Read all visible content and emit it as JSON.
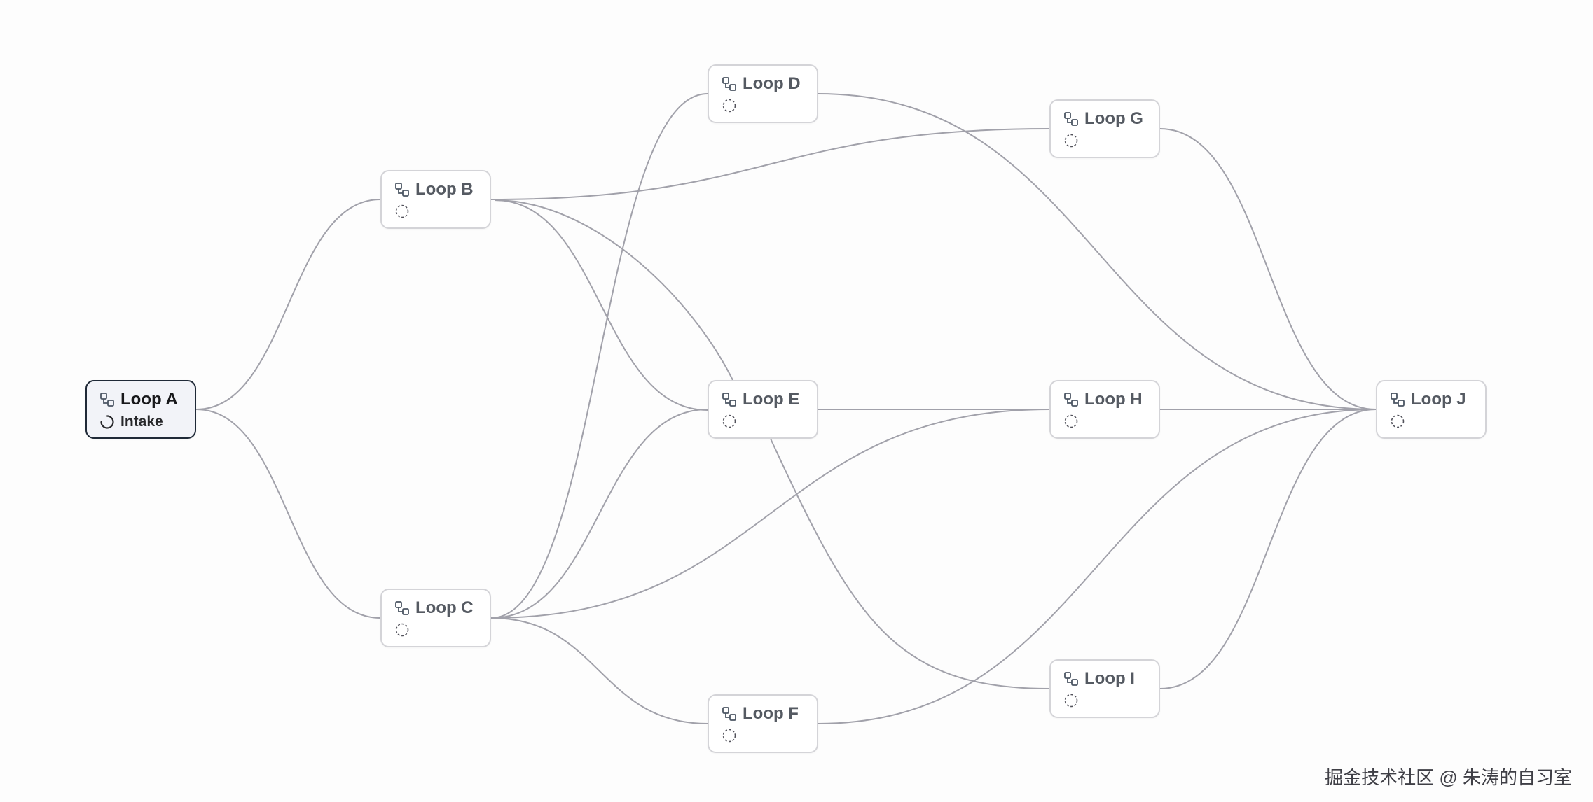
{
  "workflow": {
    "nodes": [
      {
        "id": "A",
        "title": "Loop A",
        "icon": "loop-icon",
        "status_icon": "spinner-icon",
        "status": "Intake",
        "active": true
      },
      {
        "id": "B",
        "title": "Loop B",
        "icon": "loop-icon",
        "status_icon": "pending-dashed-circle-icon",
        "status": "",
        "active": false
      },
      {
        "id": "C",
        "title": "Loop C",
        "icon": "loop-icon",
        "status_icon": "pending-dashed-circle-icon",
        "status": "",
        "active": false
      },
      {
        "id": "D",
        "title": "Loop D",
        "icon": "loop-icon",
        "status_icon": "pending-dashed-circle-icon",
        "status": "",
        "active": false
      },
      {
        "id": "E",
        "title": "Loop E",
        "icon": "loop-icon",
        "status_icon": "pending-dashed-circle-icon",
        "status": "",
        "active": false
      },
      {
        "id": "F",
        "title": "Loop F",
        "icon": "loop-icon",
        "status_icon": "pending-dashed-circle-icon",
        "status": "",
        "active": false
      },
      {
        "id": "G",
        "title": "Loop G",
        "icon": "loop-icon",
        "status_icon": "pending-dashed-circle-icon",
        "status": "",
        "active": false
      },
      {
        "id": "H",
        "title": "Loop H",
        "icon": "loop-icon",
        "status_icon": "pending-dashed-circle-icon",
        "status": "",
        "active": false
      },
      {
        "id": "I",
        "title": "Loop I",
        "icon": "loop-icon",
        "status_icon": "pending-dashed-circle-icon",
        "status": "",
        "active": false
      },
      {
        "id": "J",
        "title": "Loop J",
        "icon": "loop-icon",
        "status_icon": "pending-dashed-circle-icon",
        "status": "",
        "active": false
      }
    ],
    "edges": [
      [
        "A",
        "B"
      ],
      [
        "A",
        "C"
      ],
      [
        "B",
        "G"
      ],
      [
        "B",
        "E"
      ],
      [
        "B",
        "E"
      ],
      [
        "C",
        "D"
      ],
      [
        "C",
        "E"
      ],
      [
        "C",
        "H"
      ],
      [
        "C",
        "F"
      ],
      [
        "D",
        "J"
      ],
      [
        "G",
        "J"
      ],
      [
        "E",
        "H"
      ],
      [
        "E",
        "I"
      ],
      [
        "H",
        "J"
      ],
      [
        "F",
        "J"
      ],
      [
        "I",
        "J"
      ]
    ]
  },
  "colors": {
    "edge": "#a1a1aa",
    "node_border": "#d4d4d8",
    "active_border": "#1f2937",
    "active_fill": "#f2f3f8"
  },
  "watermark": "掘金技术社区 @ 朱涛的自习室"
}
